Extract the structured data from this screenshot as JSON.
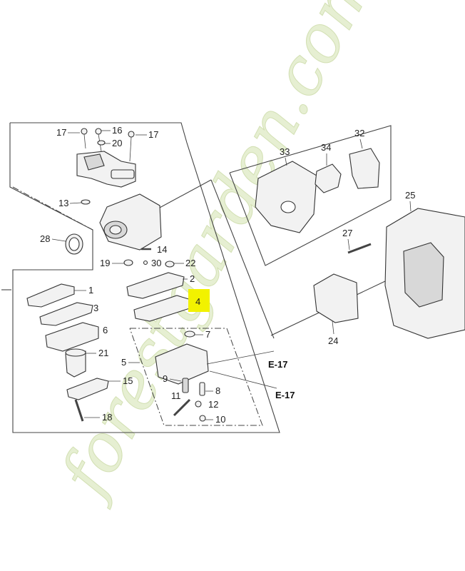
{
  "callouts": {
    "c17a": "17",
    "c16": "16",
    "c17b": "17",
    "c20": "20",
    "c13": "13",
    "c28": "28",
    "c14": "14",
    "c19": "19",
    "c30": "30",
    "c22": "22",
    "c1": "1",
    "c2": "2",
    "c3": "3",
    "c4": "4",
    "c6": "6",
    "c21": "21",
    "c15": "15",
    "c18": "18",
    "c5": "5",
    "c7": "7",
    "c9": "9",
    "c8": "8",
    "c11": "11",
    "c12": "12",
    "c10": "10",
    "c33": "33",
    "c34": "34",
    "c32": "32",
    "c25": "25",
    "c27": "27",
    "c24": "24"
  },
  "references": {
    "ref1": "E-17",
    "ref2": "E-17"
  },
  "watermark": "forestgarden.com",
  "colors": {
    "highlight": "#f2f200",
    "watermark": "#dde8c2",
    "line": "#333333"
  }
}
